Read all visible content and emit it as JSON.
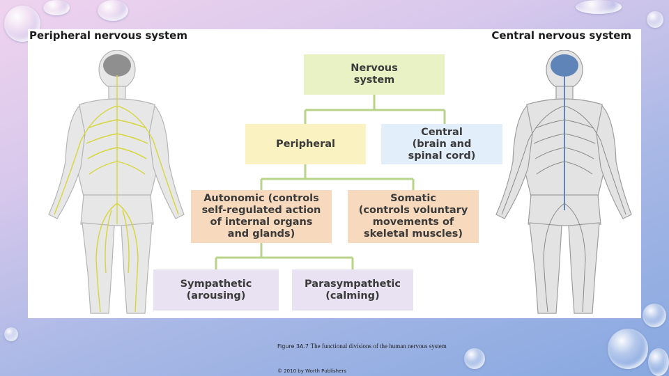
{
  "figure": {
    "left_heading": "Peripheral nervous system",
    "right_heading": "Central nervous system",
    "boxes": {
      "nervous": "Nervous\nsystem",
      "peripheral": "Peripheral",
      "central": "Central\n(brain and\nspinal cord)",
      "autonomic": "Autonomic (controls\nself-regulated action\nof internal organs\nand glands)",
      "somatic": "Somatic\n(controls voluntary\nmovements of\nskeletal muscles)",
      "sympathetic": "Sympathetic\n(arousing)",
      "parasympathetic": "Parasympathetic\n(calming)"
    },
    "colors": {
      "peripheral_nerves": "#d6d63a",
      "central_nerves": "#5f85b8",
      "connector": "#b8d48a"
    }
  },
  "caption": {
    "label": "Figure 3A.7",
    "text": "The functional divisions of the human nervous system"
  },
  "copyright": "© 2010 by Worth Publishers"
}
